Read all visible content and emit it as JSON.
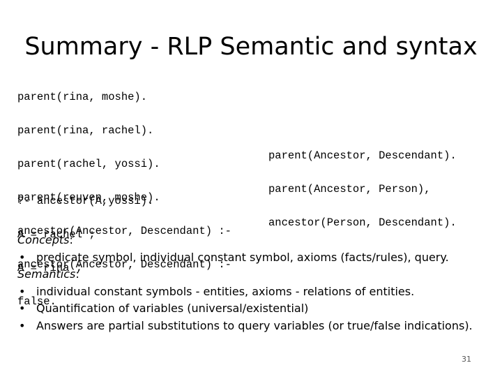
{
  "slide": {
    "title": "Summary - RLP Semantic and syntax",
    "facts": [
      "parent(rina, moshe).",
      "parent(rina, rachel).",
      "parent(rachel, yossi).",
      "parent(reuven, moshe)."
    ],
    "rule_heads": [
      "ancestor(Ancestor, Descendant) :-",
      "ancestor(Ancestor, Descendant) :-"
    ],
    "rule_bodies": [
      "parent(Ancestor, Descendant).",
      "parent(Ancestor, Person),",
      "ancestor(Person, Descendant)."
    ],
    "query_lines": [
      "?- ancestor(A,yossi).",
      "A = rachel ;",
      "A = rina ;",
      "false."
    ],
    "concepts_heading": "Concepts",
    "concepts_bullets": [
      "predicate symbol, individual constant symbol, axioms (facts/rules), query."
    ],
    "semantics_heading": "Semantics",
    "semantics_bullets": [
      "individual constant symbols - entities, axioms - relations of entities.",
      "Quantification of variables (universal/existential)",
      "Answers are partial substitutions to query variables (or true/false indications)."
    ],
    "colon": ":",
    "bullet_char": "•",
    "page_number": "31"
  }
}
